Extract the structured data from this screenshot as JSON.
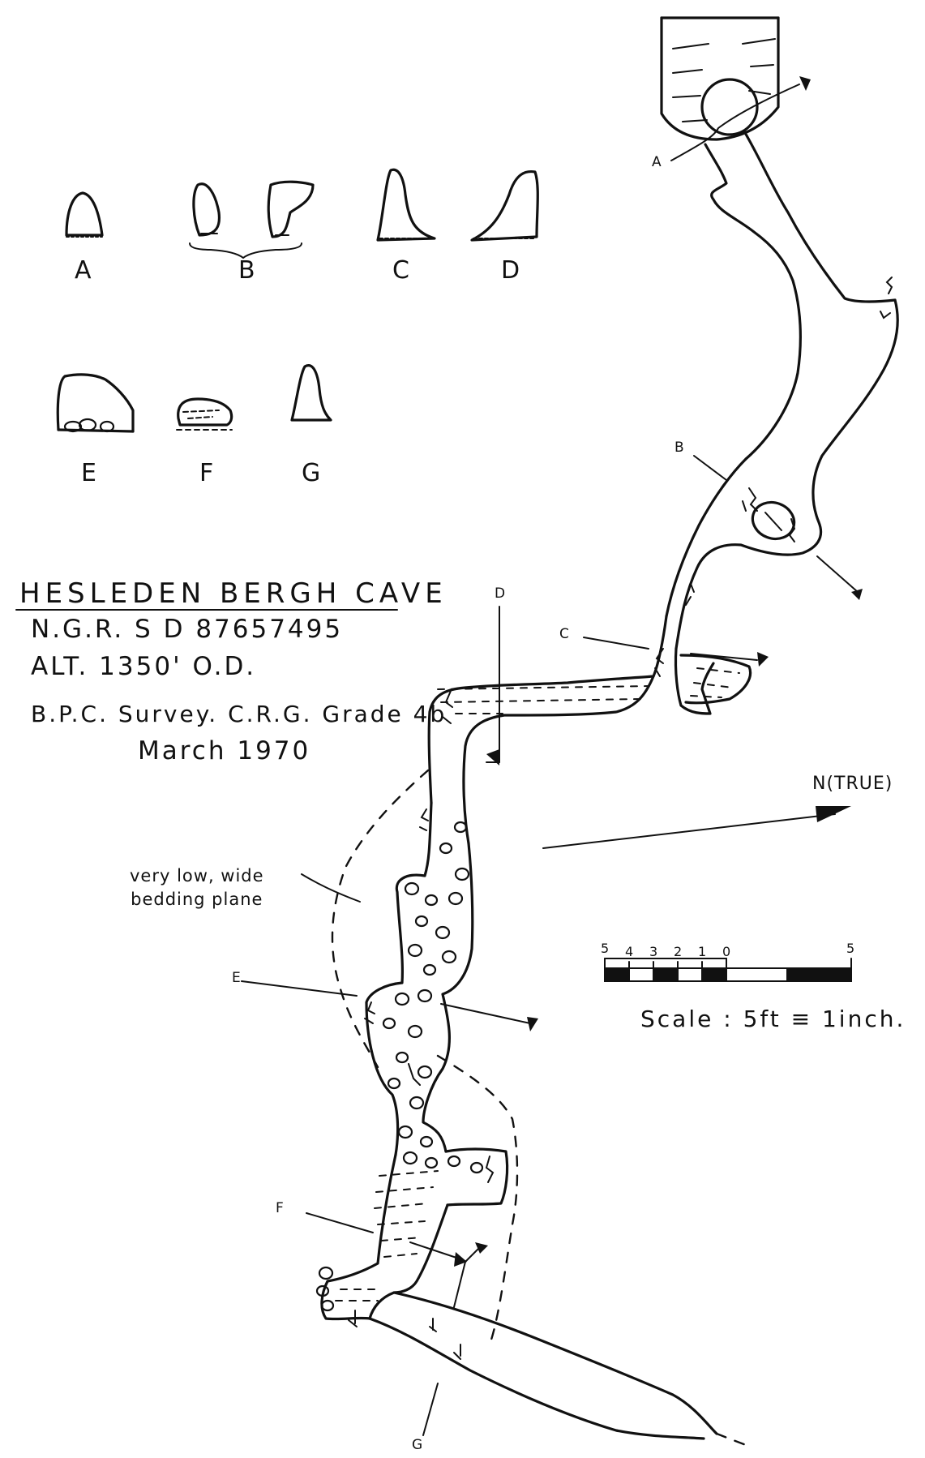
{
  "survey": {
    "title": "HESLEDEN BERGH CAVE",
    "ngr": "N.G.R. S D 87657495",
    "alt": "ALT. 1350' O.D.",
    "survey_line": "B.P.C. Survey. C.R.G. Grade 4b",
    "date": "March 1970"
  },
  "north_arrow": {
    "label": "N(TRUE)"
  },
  "note": {
    "line1": "very low, wide",
    "line2": "bedding plane"
  },
  "scale_bar": {
    "ticks": [
      "5",
      "4",
      "3",
      "2",
      "1",
      "0",
      "5"
    ],
    "caption": "Scale : 5ft ≡ 1inch."
  },
  "cross_sections": {
    "labels": [
      "A",
      "B",
      "C",
      "D",
      "E",
      "F",
      "G"
    ]
  },
  "plan_markers": {
    "labels": [
      "A",
      "B",
      "C",
      "D",
      "E",
      "F",
      "G"
    ]
  },
  "colors": {
    "ink": "#111111",
    "paper": "#ffffff"
  }
}
